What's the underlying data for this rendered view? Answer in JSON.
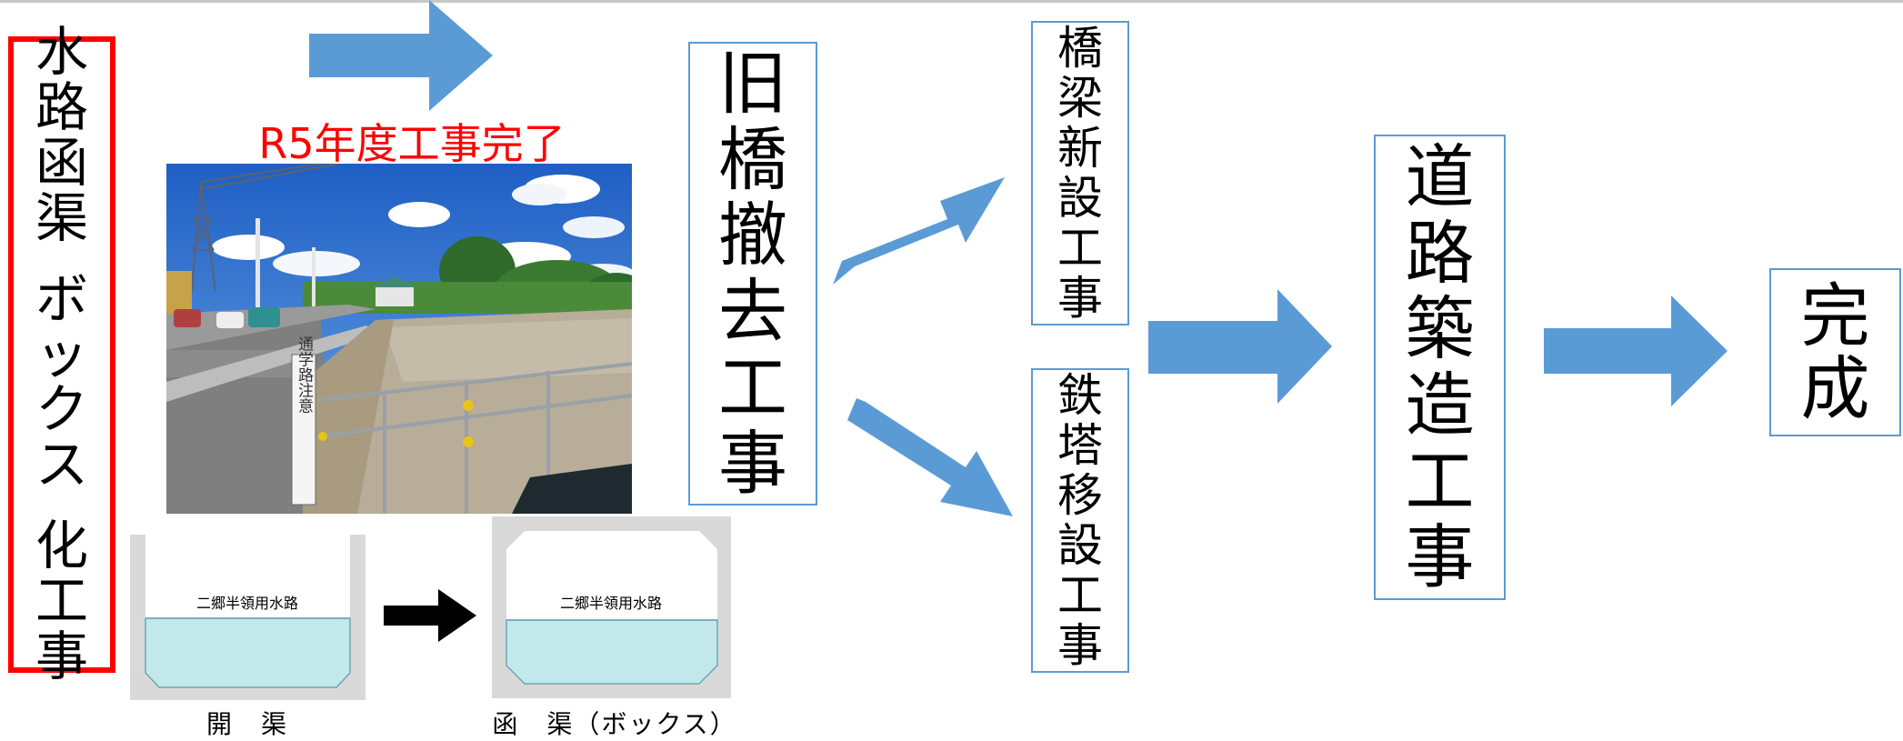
{
  "headline": {
    "text": "R5年度工事完了",
    "color": "#ff0000"
  },
  "steps": {
    "culvert": {
      "chars": [
        "水",
        "路",
        "函",
        "渠",
        "",
        "ボ",
        "ッ",
        "ク",
        "ス",
        "",
        "化",
        "工",
        "事"
      ],
      "border_color": "#ff0000"
    },
    "old_bridge_removal": {
      "chars": [
        "旧",
        "橋",
        "撤",
        "去",
        "工",
        "事"
      ]
    },
    "bridge_construction": {
      "chars": [
        "橋",
        "梁",
        "新",
        "設",
        "工",
        "事"
      ]
    },
    "tower_relocation": {
      "chars": [
        "鉄",
        "塔",
        "移",
        "設",
        "工",
        "事"
      ]
    },
    "road_construction": {
      "chars": [
        "道",
        "路",
        "築",
        "造",
        "工",
        "事"
      ]
    },
    "completion": {
      "chars": [
        "完",
        "成"
      ]
    }
  },
  "cross_sections": {
    "open_channel": {
      "inner_label": "二郷半領用水路",
      "caption": "開　渠"
    },
    "box_culvert": {
      "inner_label": "二郷半領用水路",
      "caption": "函　渠（ボックス）"
    },
    "water_color": "#c3e8ec",
    "concrete_color": "#d9d9d9"
  },
  "colors": {
    "flow_arrow": "#5b9bd5",
    "box_border": "#5b9bd5",
    "section_arrow": "#000000"
  },
  "photo": {
    "sign_text": "通学路注意"
  }
}
